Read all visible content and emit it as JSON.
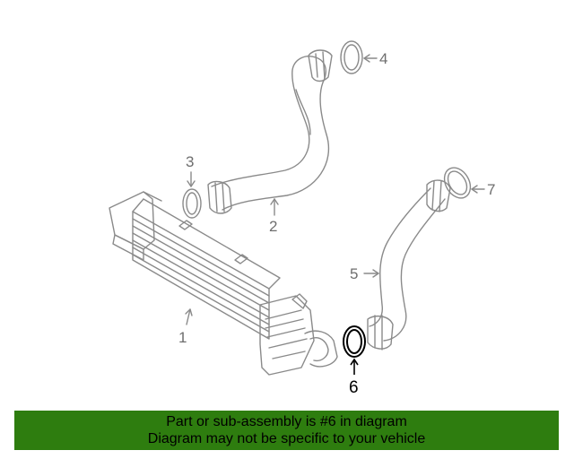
{
  "callouts": {
    "c1": "1",
    "c2": "2",
    "c3": "3",
    "c4": "4",
    "c5": "5",
    "c6": "6",
    "c7": "7"
  },
  "highlighted_part": "6",
  "colors": {
    "line": "#8a8a8a",
    "highlight": "#000000",
    "banner": "#2e7d0f"
  },
  "banner": {
    "line1": "Part or sub-assembly is #6 in diagram",
    "line2": "Diagram may not be specific to your vehicle"
  }
}
